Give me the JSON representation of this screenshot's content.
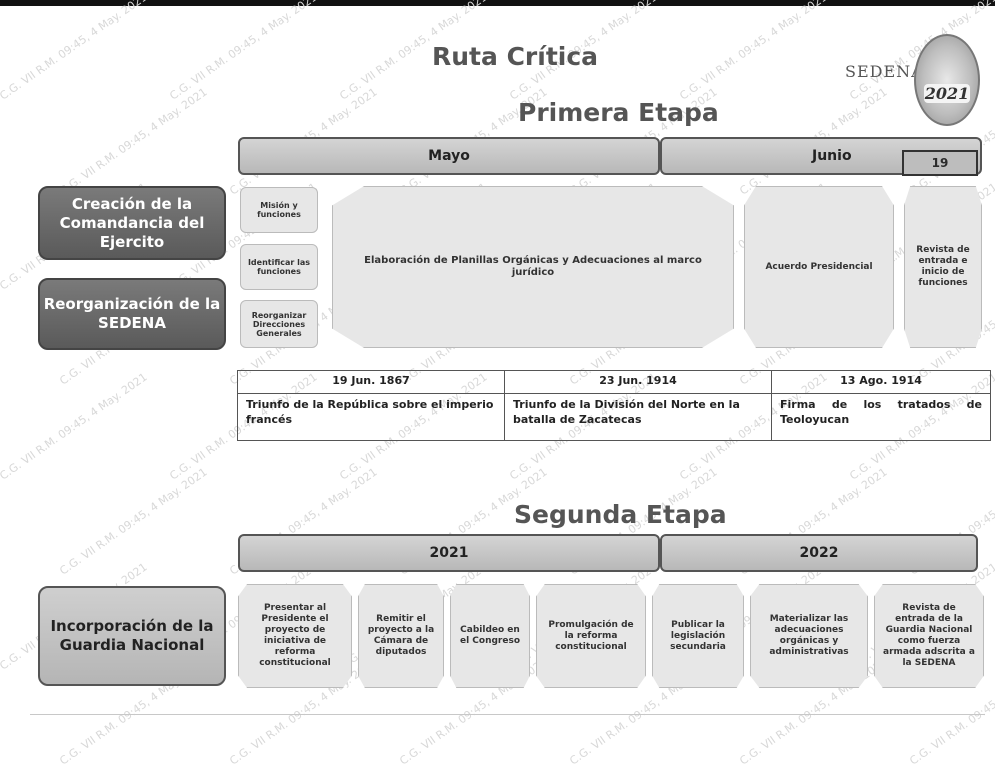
{
  "header": {
    "title": "Ruta Crítica",
    "logo_text": "SEDENA",
    "seal_year": "2021"
  },
  "stage1": {
    "heading": "Primera Etapa",
    "months": [
      "Mayo",
      "Junio"
    ],
    "day_badge": "19",
    "side_labels": [
      "Creación de la Comandancia del Ejercito",
      "Reorganización de la SEDENA"
    ],
    "small_tasks": [
      "Misión y funciones",
      "Identificar las funciones",
      "Reorganizar Direcciones Generales"
    ],
    "tasks": [
      "Elaboración de Planillas Orgánicas y Adecuaciones al marco jurídico",
      "Acuerdo Presidencial",
      "Revista de entrada e inicio de funciones"
    ]
  },
  "history": {
    "dates": [
      "19 Jun. 1867",
      "23 Jun. 1914",
      "13 Ago. 1914"
    ],
    "events": [
      "Triunfo de la República sobre el imperio francés",
      "Triunfo de la División del Norte en la batalla de Zacatecas",
      "Firma de los tratados de Teoloyucan"
    ]
  },
  "stage2": {
    "heading": "Segunda Etapa",
    "years": [
      "2021",
      "2022"
    ],
    "side_label": "Incorporación de la Guardia Nacional",
    "tasks": [
      "Presentar al Presidente el proyecto de iniciativa de reforma constitucional",
      "Remitir el proyecto a la Cámara de diputados",
      "Cabildeo en el Congreso",
      "Promulgación de la reforma constitucional",
      "Publicar la legislación secundaria",
      "Materializar las adecuaciones orgánicas y administrativas",
      "Revista de entrada de la Guardia Nacional como fuerza armada adscrita a la SEDENA"
    ]
  },
  "watermark": "C.G. VII R.M. 09:45, 4 May. 2021"
}
